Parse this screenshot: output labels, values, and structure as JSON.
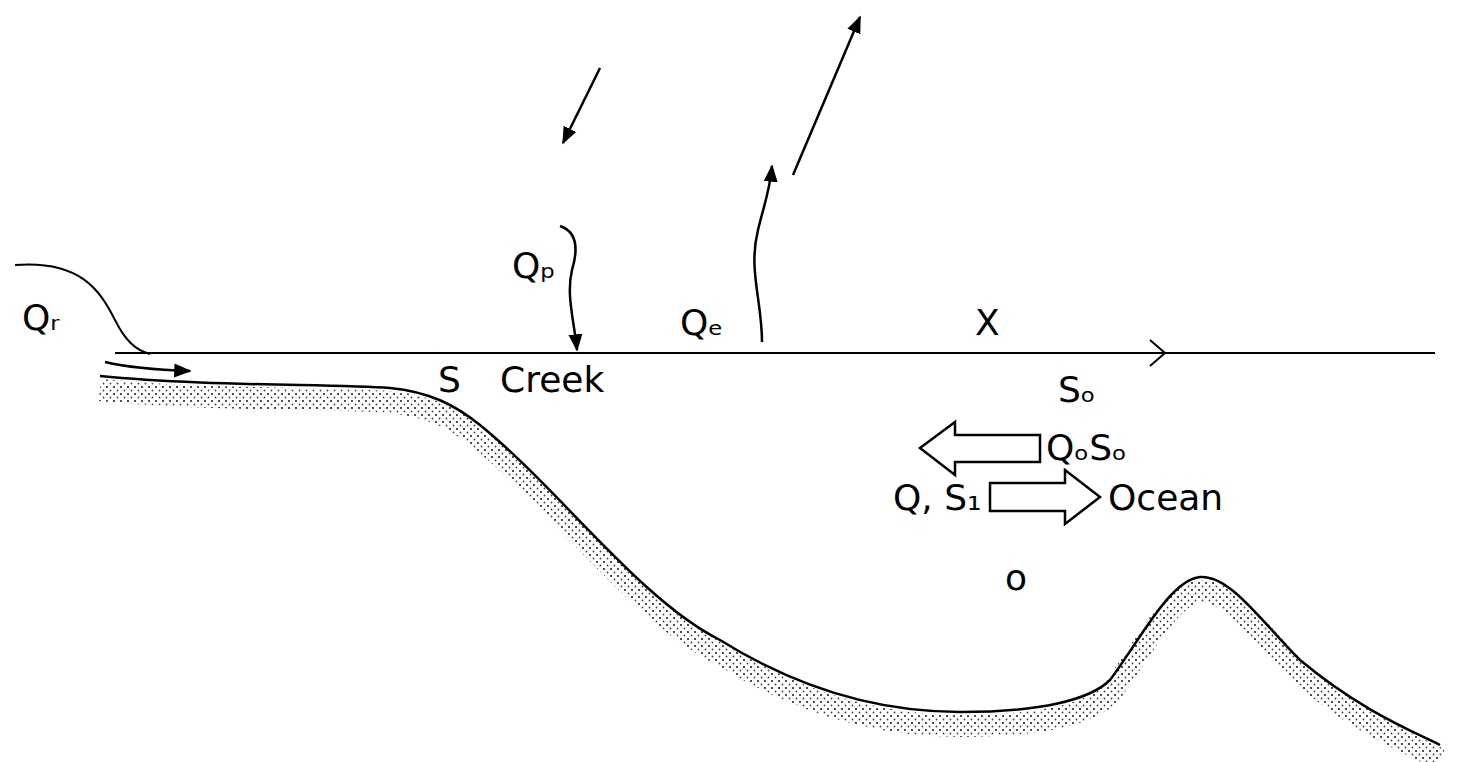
{
  "diagram": {
    "labels": [
      "Qᵣ",
      "Qₚ",
      "Qₑ",
      "X",
      "S",
      "Creek",
      "Sₒ",
      "QₒSₒ",
      "Q, S₁",
      "Ocean",
      "o"
    ]
  }
}
